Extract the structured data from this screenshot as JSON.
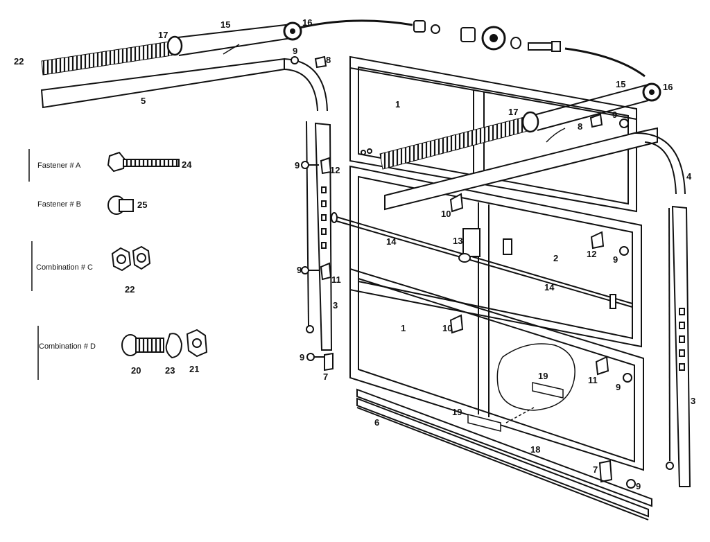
{
  "diagram": {
    "colors": {
      "ink": "#111111",
      "paper": "#ffffff"
    },
    "legend": {
      "fastener_a": {
        "label": "Fastener # A",
        "part": "24"
      },
      "fastener_b": {
        "label": "Fastener # B",
        "part": "25"
      },
      "combination_c": {
        "label": "Combination # C",
        "part": "22"
      },
      "combination_d": {
        "label": "Combination # D",
        "parts": [
          "20",
          "23",
          "21"
        ]
      }
    },
    "callouts": {
      "section_1_top": "1",
      "section_1_bottom": "1",
      "section_2": "2",
      "track_vertical_left": "3",
      "track_vertical_right": "3",
      "track_curved_right": "4",
      "track_horizontal_left": "5",
      "astragal": "6",
      "bracket_left": "7",
      "bracket_right": "7",
      "angle_left": "8",
      "angle_right": "8",
      "bolt_top_left": "9",
      "bolt_hinge_left": "9",
      "bolt_mid_left": "9",
      "bolt_bottom_left": "9",
      "bolt_top_right": "9",
      "bolt_mid_right": "9",
      "bolt_lower_right": "9",
      "bolt_bottom_right": "9",
      "hinge_upper": "10",
      "hinge_lower": "10",
      "hinge_11_left": "11",
      "hinge_11_right": "11",
      "hinge_12_left": "12",
      "hinge_12_right": "12",
      "lock_handle": "13",
      "lock_bar_left": "14",
      "lock_bar_right": "14",
      "rod_top_left": "15",
      "rod_top_right": "15",
      "pulley_left": "16",
      "pulley_right": "16",
      "spring_left": "17",
      "spring_right": "17",
      "weather_seal": "18",
      "strut_detail": "19",
      "strut_bracket": "19",
      "bolt_20": "20",
      "washer_23": "23",
      "nut_21": "21",
      "nut_22_top": "22",
      "nut_22_legend": "22",
      "screw_24": "24",
      "pin_25": "25"
    }
  }
}
